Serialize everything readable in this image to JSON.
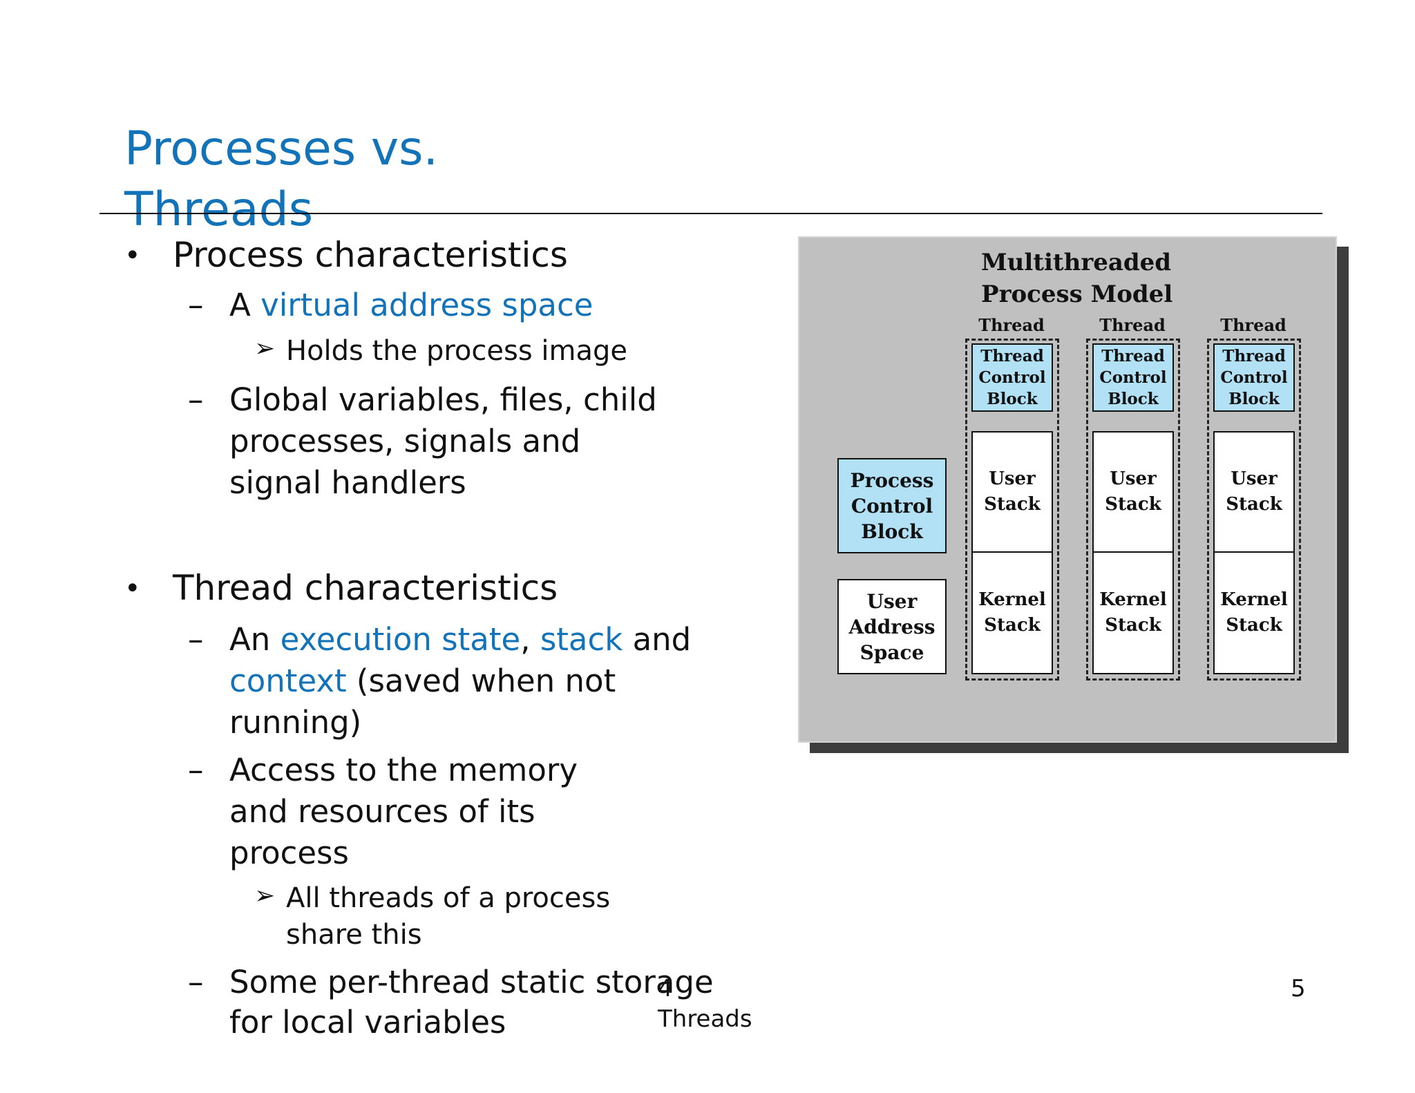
{
  "slide": {
    "title_line1": "Processes vs.",
    "title_line2": "Threads",
    "footer_number": "4",
    "footer_label": "Threads",
    "page_number": "5"
  },
  "bullets": {
    "process_heading": "Process characteristics",
    "vas_prefix": "A ",
    "vas_term": "virtual address space",
    "holds_image": "Holds the process image",
    "global_line1": "Global variables, files, child",
    "global_line2": " processes, signals and",
    "global_line3": "signal  handlers",
    "thread_heading": "Thread characteristics",
    "exec_an": "An ",
    "exec_state": "execution state",
    "exec_comma": ", ",
    "exec_stack": "stack",
    "exec_and": " and",
    "exec_context": "context",
    "exec_saved": " (saved when not",
    "exec_running": "running)",
    "access_line1": "Access to the memory",
    "access_line2": "and  resources of its",
    "access_line3": "process",
    "share_line1": "All threads of a process",
    "share_line2": "share this",
    "static_line1": "Some per-thread static storage",
    "static_line2": "for  local variables"
  },
  "figure": {
    "title_line1": "Multithreaded",
    "title_line2": "Process Model",
    "process_control_block": "Process\nControl\nBlock",
    "user_address_space": "User\nAddress\nSpace",
    "threads": [
      {
        "label": "Thread",
        "tcb": "Thread\nControl\nBlock",
        "user_stack": "User\nStack",
        "kernel_stack": "Kernel\nStack"
      },
      {
        "label": "Thread",
        "tcb": "Thread\nControl\nBlock",
        "user_stack": "User\nStack",
        "kernel_stack": "Kernel\nStack"
      },
      {
        "label": "Thread",
        "tcb": "Thread\nControl\nBlock",
        "user_stack": "User\nStack",
        "kernel_stack": "Kernel\nStack"
      }
    ]
  }
}
